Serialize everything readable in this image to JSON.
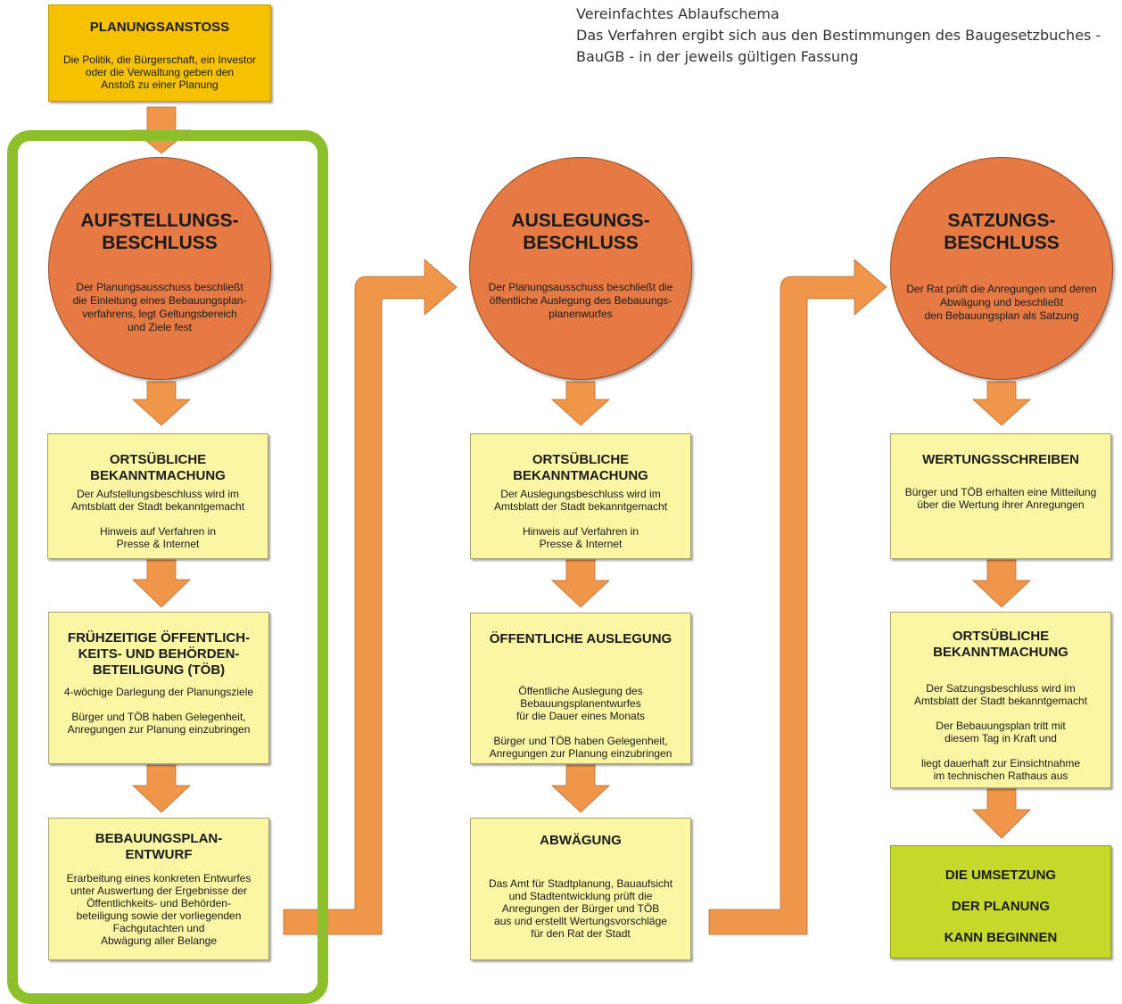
{
  "header_note": {
    "line1": "Vereinfachtes Ablaufschema",
    "line2": "Das Verfahren ergibt sich aus den Bestimmungen des Baugesetzbuches -",
    "line3": "BauGB - in der jeweils gültigen Fassung"
  },
  "start": {
    "title": "PLANUNGSANSTOSS",
    "desc": [
      "Die Politik, die Bürgerschaft, ein Investor",
      "oder die Verwaltung geben den",
      "Anstoß zu einer Planung"
    ]
  },
  "col1": {
    "circle_title": [
      "AUFSTELLUNGS-",
      "BESCHLUSS"
    ],
    "circle_desc": [
      "Der Planungsausschuss beschließt",
      "die Einleitung eines Bebauungsplan-",
      "verfahrens, legt Geltungsbereich",
      "und Ziele fest"
    ],
    "box1": {
      "title": [
        "ORTSÜBLICHE",
        "BEKANNTMACHUNG"
      ],
      "desc1": [
        "Der Aufstellungsbeschluss wird im",
        "Amtsblatt der Stadt bekanntgemacht"
      ],
      "desc2": [
        "Hinweis auf Verfahren in",
        "Presse & Internet"
      ]
    },
    "box2": {
      "title": [
        "FRÜHZEITIGE ÖFFENTLICH-",
        "KEITS- UND BEHÖRDEN-",
        "BETEILIGUNG (TÖB)"
      ],
      "desc1": [
        "4-wöchige Darlegung der Planungsziele"
      ],
      "desc2": [
        "Bürger und TÖB haben Gelegenheit,",
        "Anregungen zur Planung einzubringen"
      ]
    },
    "box3": {
      "title": [
        "BEBAUUNGSPLAN-",
        "ENTWURF"
      ],
      "desc1": [
        "Erarbeitung eines konkreten Entwurfes",
        "unter Auswertung der Ergebnisse der",
        "Öffentlichkeits- und Behörden-",
        "beteiligung sowie der vorliegenden",
        "Fachgutachten und",
        "Abwägung aller Belange"
      ]
    }
  },
  "col2": {
    "circle_title": [
      "AUSLEGUNGS-",
      "BESCHLUSS"
    ],
    "circle_desc": [
      "Der Planungsausschuss beschließt die",
      "öffentliche Auslegung des Bebauungs-",
      "planenwurfes"
    ],
    "box1": {
      "title": [
        "ORTSÜBLICHE",
        "BEKANNTMACHUNG"
      ],
      "desc1": [
        "Der Auslegungsbeschluss wird im",
        "Amtsblatt der Stadt bekanntgemacht"
      ],
      "desc2": [
        "Hinweis auf Verfahren in",
        "Presse & Internet"
      ]
    },
    "box2": {
      "title": [
        "ÖFFENTLICHE AUSLEGUNG"
      ],
      "desc1": [
        "Öffentliche Auslegung des",
        "Bebauungsplanentwurfes",
        "für die Dauer eines Monats"
      ],
      "desc2": [
        "Bürger und TÖB haben Gelegenheit,",
        "Anregungen zur Planung einzubringen"
      ]
    },
    "box3": {
      "title": [
        "ABWÄGUNG"
      ],
      "desc1": [
        "Das  Amt für Stadtplanung, Bauaufsicht",
        "und Stadtentwicklung prüft die",
        "Anregungen der Bürger und TÖB",
        "aus und erstellt Wertungsvorschläge",
        "für den Rat der Stadt"
      ]
    }
  },
  "col3": {
    "circle_title": [
      "SATZUNGS-",
      "BESCHLUSS"
    ],
    "circle_desc": [
      "Der Rat prüft die Anregungen und deren",
      "Abwägung und beschließt",
      "den Bebauungsplan als Satzung"
    ],
    "box1": {
      "title": [
        "WERTUNGSSCHREIBEN"
      ],
      "desc1": [
        "Bürger und TÖB erhalten eine Mitteilung",
        "über die Wertung ihrer Anregungen"
      ]
    },
    "box2": {
      "title": [
        "ORTSÜBLICHE",
        "BEKANNTMACHUNG"
      ],
      "desc1": [
        "Der Satzungsbeschluss wird im",
        "Amtsblatt der Stadt bekanntgemacht"
      ],
      "desc2": [
        "Der Bebauungsplan tritt mit",
        "diesem Tag in Kraft und"
      ],
      "desc3": [
        "liegt dauerhaft zur Einsichtnahme",
        "im technischen Rathaus aus"
      ]
    },
    "final": {
      "title": [
        "DIE UMSETZUNG",
        "DER PLANUNG",
        "KANN BEGINNEN"
      ]
    }
  },
  "colors": {
    "arrow": "#f0964a",
    "circle": "#e57a45",
    "box": "#fbf6a4",
    "start": "#f5c100",
    "final": "#c6d92a",
    "frame": "#8cbf2a"
  }
}
